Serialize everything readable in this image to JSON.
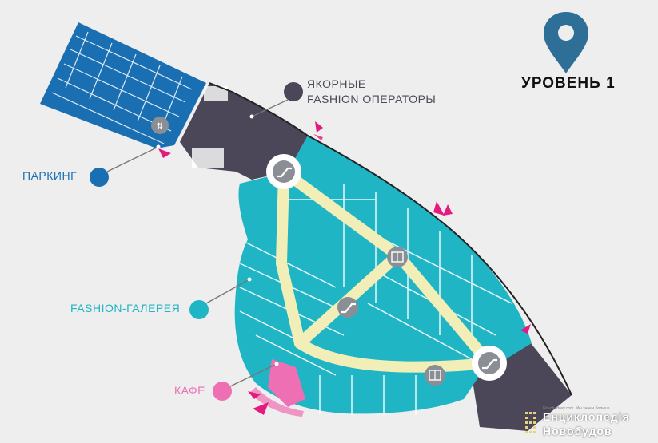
{
  "level": {
    "label": "УРОВЕНЬ  1"
  },
  "zones": {
    "anchor": {
      "line1": "ЯКОРНЫЕ",
      "line2": "FASHION ОПЕРАТОРЫ"
    },
    "parking": {
      "label": "ПАРКИНГ"
    },
    "fashion_gallery": {
      "label": "FASHION-ГАЛЕРЕЯ"
    },
    "cafe": {
      "label": "КАФЕ"
    }
  },
  "watermark": {
    "small": "Novobudovy.com. Мы знаем больше",
    "line1": "Енциклопедія",
    "line2": "Новобудов"
  },
  "icons": {
    "level_pin": "map-pin-icon",
    "elevators": [
      "elevator-icon",
      "elevator-icon",
      "elevator-icon"
    ],
    "escalators": [
      "escalator-icon",
      "escalator-icon",
      "escalator-icon"
    ],
    "entrances": "entrance-arrow-icon"
  },
  "colors": {
    "background": "#eeeeee",
    "parking": "#1a6fb3",
    "anchor_stores": "#4b4658",
    "fashion_gallery": "#1fb5c4",
    "corridor": "#f2eeb8",
    "cafe": "#ef6fb4",
    "entrance_arrows": "#e6197f",
    "pin": "#2e6f98"
  }
}
